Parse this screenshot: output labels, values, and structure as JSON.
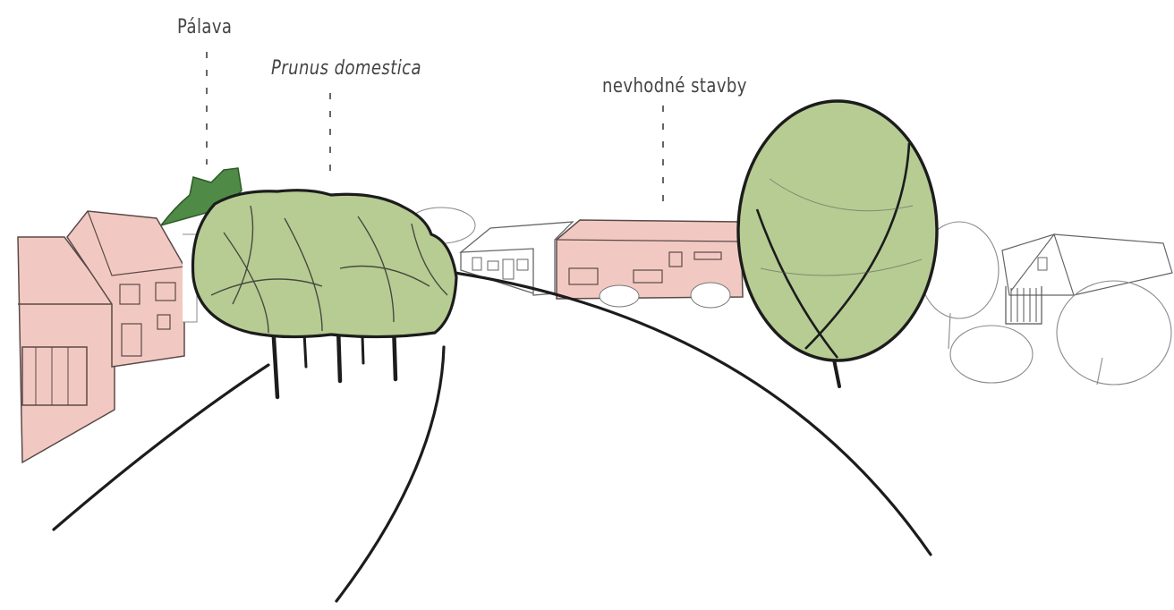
{
  "labels": {
    "palava": "Pálava",
    "prunus": "Prunus domestica",
    "unsuitable_buildings": "nevhodné stavby"
  },
  "colors": {
    "building_pink": "#f2c9c2",
    "tree_green": "#b7cc93",
    "hill_green": "#4f8a47",
    "outline": "#1c1c1c",
    "sketch_gray": "#9a9a9a",
    "leader_line": "#666666"
  },
  "icons": {
    "hill": "palava-hill-icon",
    "tree_row": "plum-tree-row-icon",
    "tree_single": "deciduous-tree-icon",
    "building": "house-icon"
  }
}
